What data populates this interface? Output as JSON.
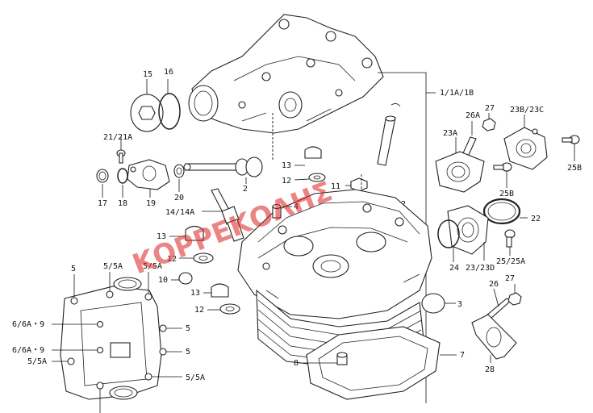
{
  "watermark": "ΚΟΡΡΕΚΟΛΗΣ",
  "watermark_color": "#e02020",
  "callouts": {
    "c1": "1/1A/1B",
    "c2": "2",
    "c3": "3",
    "c4": "4",
    "c5a": "5",
    "c5b": "5",
    "c5c": "5",
    "c5_5a_1": "5/5A",
    "c5_5a_2": "5/5A",
    "c5_5a_3": "5/5A",
    "c5_5a_4": "5/5A",
    "c6a": "6/6A・9",
    "c6b": "6/6A・9",
    "c7": "7",
    "c8": "8",
    "c10": "10",
    "c11": "11",
    "c12a": "12",
    "c12b": "12",
    "c12c": "12",
    "c12d": "12",
    "c13a": "13",
    "c13b": "13",
    "c13c": "13",
    "c14": "14/14A",
    "c15": "15",
    "c16": "16",
    "c17": "17",
    "c18": "18",
    "c19": "19",
    "c20": "20",
    "c21": "21/21A",
    "c22": "22",
    "c23a": "23A",
    "c23b": "23B/23C",
    "c23d": "23/23D",
    "c24": "24",
    "c25a": "25/25A",
    "c25b": "25B",
    "c25b2": "25B",
    "c26": "26",
    "c26a": "26A",
    "c27a": "27",
    "c27b": "27",
    "c28": "28"
  }
}
